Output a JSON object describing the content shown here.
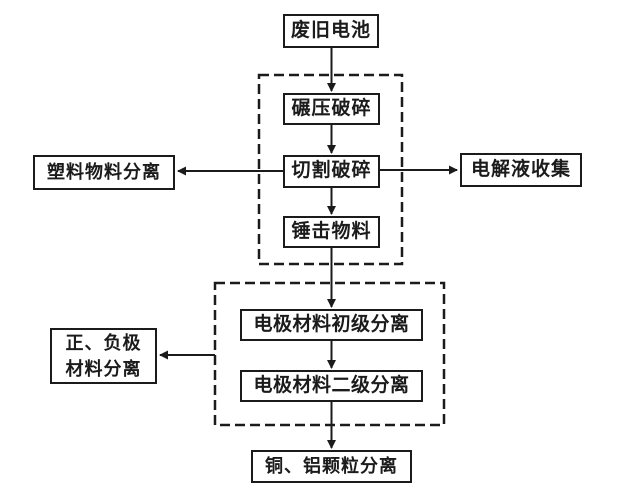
{
  "diagram": {
    "type": "flowchart",
    "topic": "waste battery crushing and material separation process",
    "colors": {
      "background": "#ffffff",
      "line": "#1b1b1b",
      "box_border": "#1b1b1b",
      "text": "#1b1b1b"
    },
    "nodes": {
      "waste_battery": {
        "label": "废旧电池"
      },
      "roll_crush": {
        "label": "碾压破碎"
      },
      "cut_crush": {
        "label": "切割破碎"
      },
      "hammer_material": {
        "label": "锤击物料"
      },
      "plastic_sep": {
        "label": "塑料物料分离"
      },
      "electrolyte_col": {
        "label": "电解液收集"
      },
      "primary_sep": {
        "label": "电极材料初级分离"
      },
      "secondary_sep": {
        "label": "电极材料二级分离"
      },
      "pos_neg_sep": {
        "line1": "正、负极",
        "line2": "材料分离"
      },
      "cu_al_sep": {
        "label": "铜、铝颗粒分离"
      }
    },
    "edges": [
      {
        "from": "waste_battery",
        "to": "roll_crush",
        "direction": "down"
      },
      {
        "from": "roll_crush",
        "to": "cut_crush",
        "direction": "down"
      },
      {
        "from": "cut_crush",
        "to": "hammer_material",
        "direction": "down"
      },
      {
        "from": "cut_crush",
        "to": "plastic_sep",
        "direction": "left"
      },
      {
        "from": "cut_crush",
        "to": "electrolyte_col",
        "direction": "right"
      },
      {
        "from": "hammer_material",
        "to": "primary_sep",
        "direction": "down"
      },
      {
        "from": "primary_sep",
        "to": "secondary_sep",
        "direction": "down"
      },
      {
        "from": "group_2",
        "to": "pos_neg_sep",
        "direction": "left"
      },
      {
        "from": "secondary_sep",
        "to": "cu_al_sep",
        "direction": "down"
      }
    ],
    "groups": [
      {
        "name": "crushing-stage-dashed-group",
        "contains": [
          "roll_crush",
          "cut_crush",
          "hammer_material"
        ]
      },
      {
        "name": "separation-stage-dashed-group",
        "contains": [
          "primary_sep",
          "secondary_sep"
        ]
      }
    ]
  }
}
